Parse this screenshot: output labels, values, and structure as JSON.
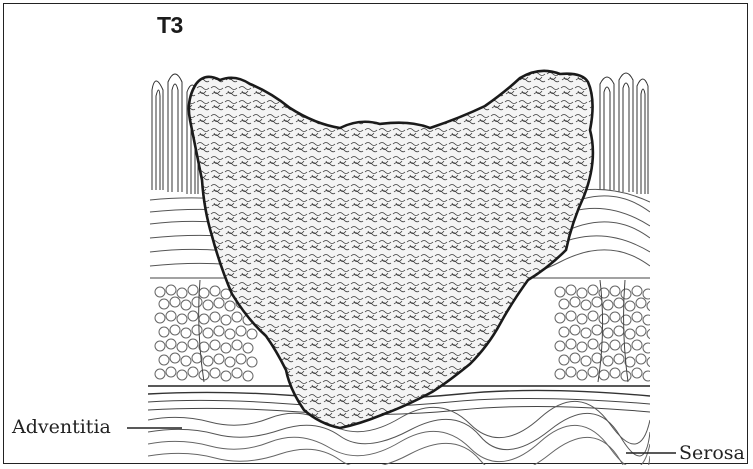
{
  "figure": {
    "stage_label": "T3",
    "labels": {
      "adventitia": "Adventitia",
      "serosa": "Serosa"
    }
  }
}
